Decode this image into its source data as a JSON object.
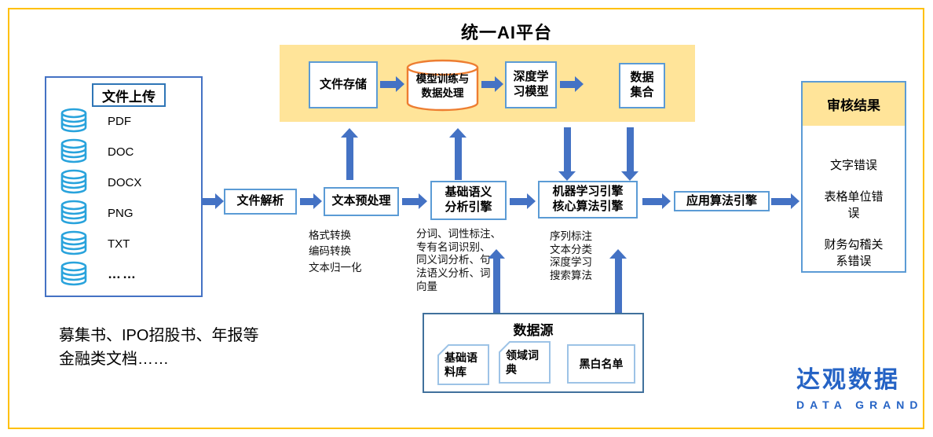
{
  "title": "统一AI平台",
  "platform": {
    "file_storage": "文件存储",
    "model_training": "模型训练与\n数据处理",
    "deep_learning_model": "深度学\n习模型",
    "data_collection": "数据\n集合"
  },
  "pipeline": {
    "file_parse": "文件解析",
    "text_preprocess": "文本预处理",
    "semantic_engine": "基础语义\n分析引擎",
    "ml_engine": "机器学习引擎\n核心算法引擎",
    "apply_engine": "应用算法引擎"
  },
  "notes": {
    "preprocess": "格式转换\n编码转换\n文本归一化",
    "semantic": "分词、词性标注、\n专有名词识别、\n同义词分析、句\n法语义分析、词\n向量",
    "ml": "序列标注\n文本分类\n深度学习\n搜索算法"
  },
  "upload": {
    "title": "文件上传",
    "items": [
      "PDF",
      "DOC",
      "DOCX",
      "PNG",
      "TXT",
      "……"
    ]
  },
  "datasource": {
    "title": "数据源",
    "items": [
      "基础语料库",
      "领域词典",
      "黑白名单"
    ]
  },
  "results": {
    "title": "审核结果",
    "items": [
      "文字错误",
      "表格单位错误",
      "财务勾稽关系错误"
    ]
  },
  "caption": "募集书、IPO招股书、年报等\n金融类文档……",
  "logo": {
    "name_cn": "达观数据",
    "name_en": "DATA GRAND"
  },
  "colors": {
    "arrow_blue": "#4472C4",
    "box_border_blue": "#5B9BD5",
    "banner_yellow": "#FFE499",
    "frame_gold": "#FFC000",
    "cylinder_orange": "#ED7D31",
    "db_icon_blue": "#29A3DC",
    "logo_blue": "#2563C5"
  }
}
